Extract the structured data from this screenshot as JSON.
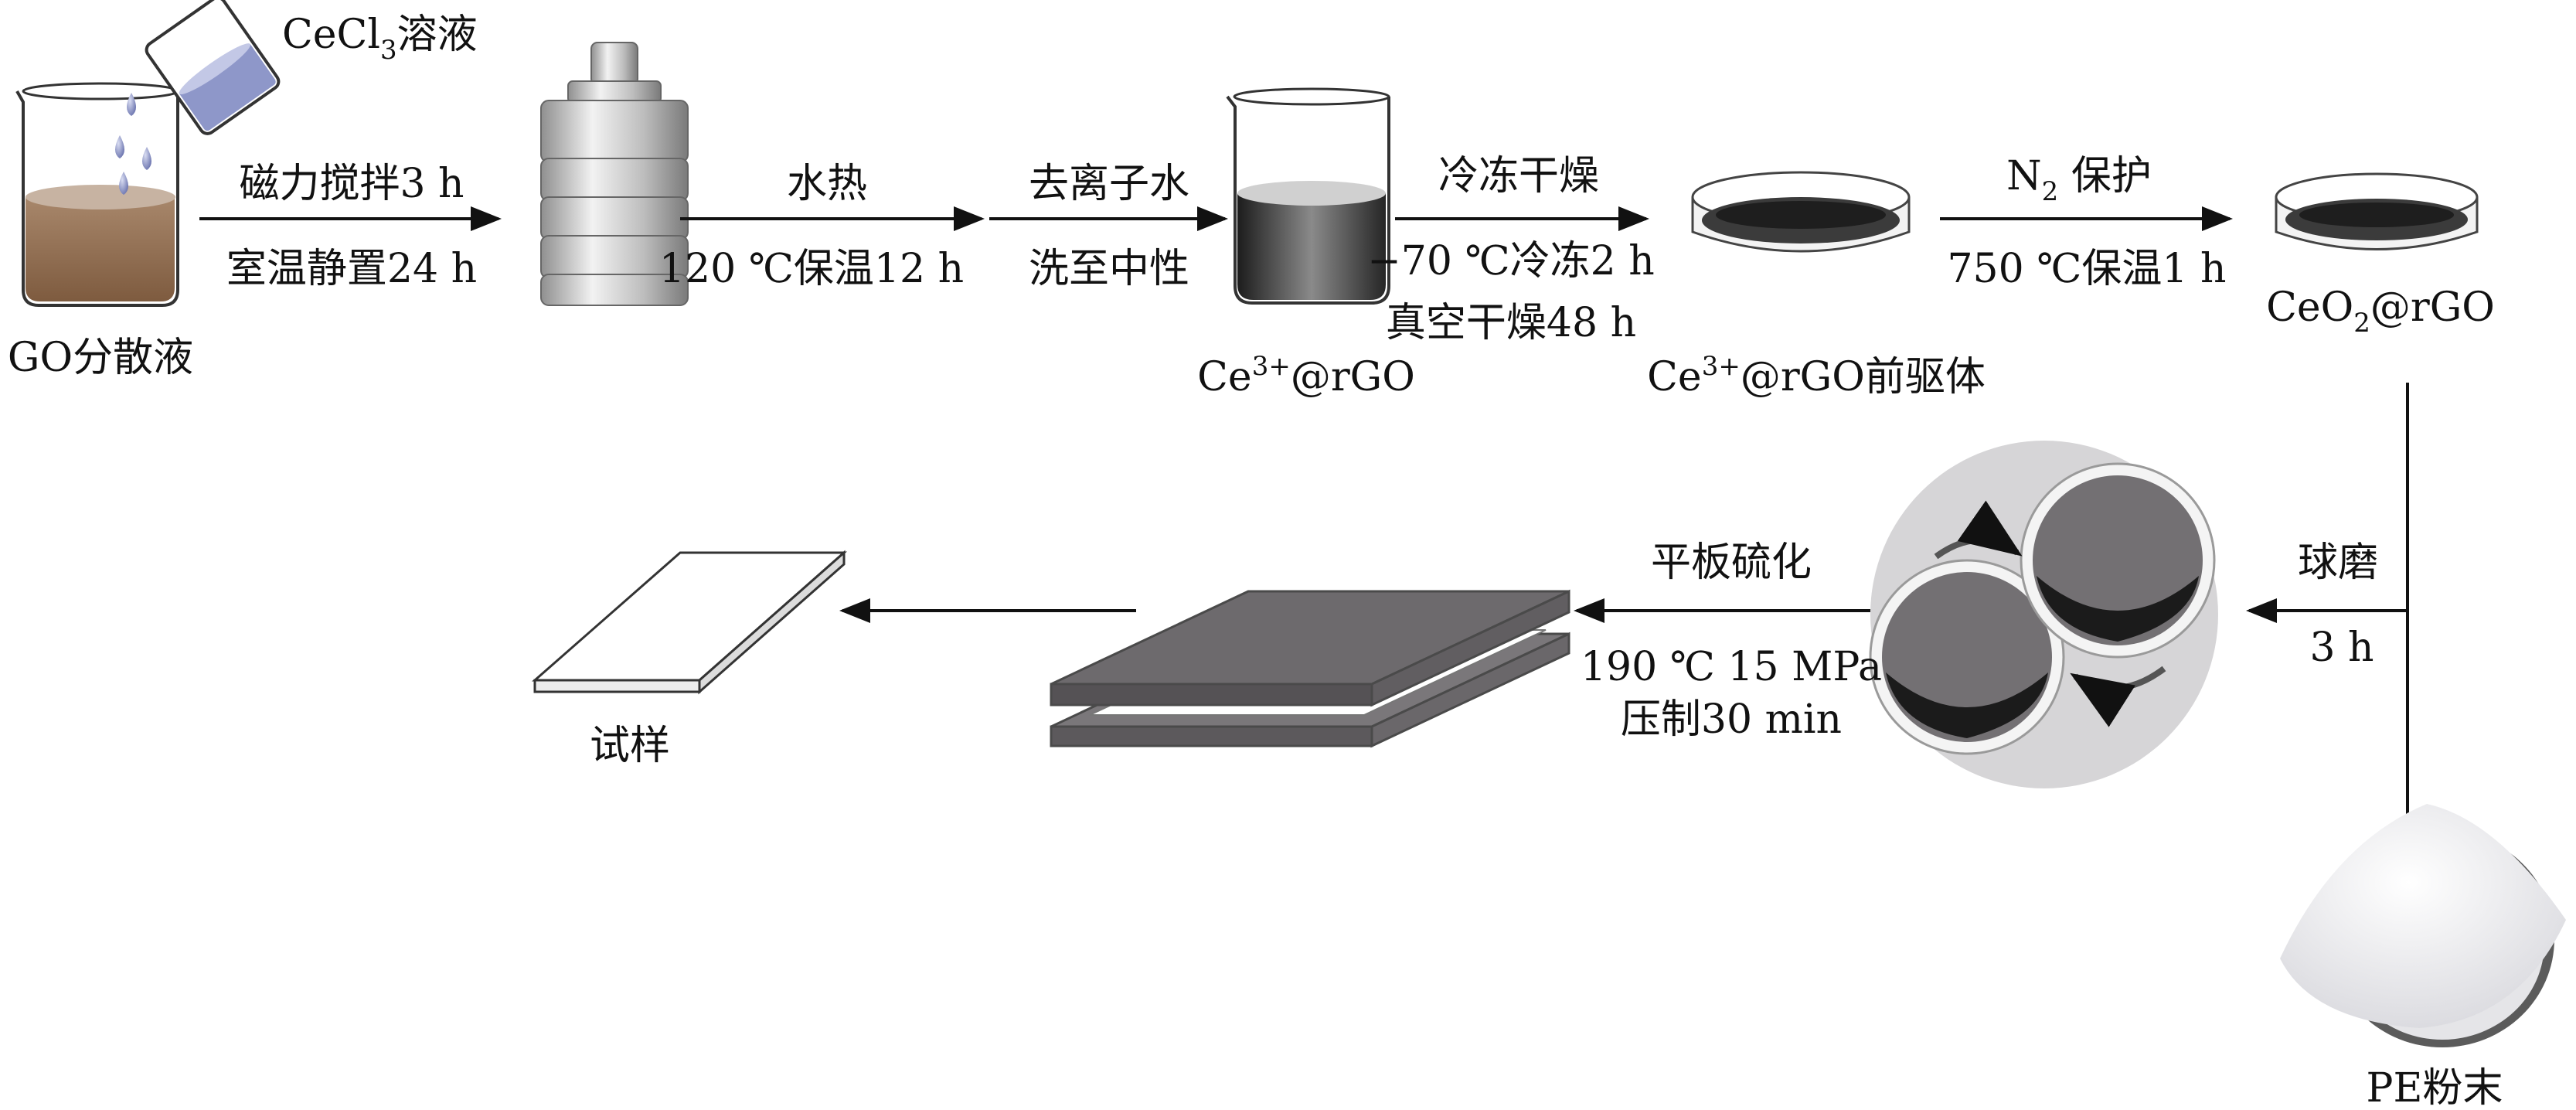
{
  "colors": {
    "gel_top": "#b19784",
    "gel_body": "#9a7454",
    "ceria_drop": "#8e97c9",
    "reactor_metal": "#c9c9c9",
    "plate_gray": "#6d6a6d",
    "arrow_line": "#111111",
    "mill_disc": "#d8d7d9",
    "powder_white": "#f4f4f6"
  },
  "nodes": {
    "go_dispersion": {
      "label": "GO分散液"
    },
    "cecl3_solution": {
      "label_main": "CeCl",
      "label_sub": "3",
      "label_tail": "溶液"
    },
    "hydrothermal_reactor": {
      "label": ""
    },
    "ce_rgo": {
      "label_main": "Ce",
      "label_sup": "3+",
      "label_tail": "@rGO"
    },
    "ce_rgo_precursor": {
      "label_main": "Ce",
      "label_sup": "3+",
      "label_tail": "@rGO前驱体"
    },
    "ceo2_rgo": {
      "label_main": "CeO",
      "label_sub": "2",
      "label_tail": "@rGO"
    },
    "pe_powder": {
      "label": "PE粉末"
    },
    "ball_mill": {
      "label": ""
    },
    "flat_press": {
      "label": ""
    },
    "specimen": {
      "label": "试样"
    }
  },
  "steps": {
    "stir": {
      "top": "磁力搅拌3 h",
      "bottom": "室温静置24 h"
    },
    "hydrothermal": {
      "top": "水热",
      "bottom": "120 ℃保温12 h"
    },
    "wash": {
      "top": "去离子水",
      "bottom": "洗至中性"
    },
    "freeze_dry": {
      "top": "冷冻干燥",
      "bottom": "−70 ℃冷冻2 h",
      "bottom2": "真空干燥48 h"
    },
    "anneal": {
      "top_main": "N",
      "top_sub": "2",
      "top_tail": " 保护",
      "bottom": "750 ℃保温1 h"
    },
    "ball_mill": {
      "top": "球磨",
      "bottom": "3 h"
    },
    "vulcanize": {
      "top": "平板硫化",
      "bottom": "190 ℃ 15 MPa",
      "bottom2": "压制30 min"
    }
  }
}
